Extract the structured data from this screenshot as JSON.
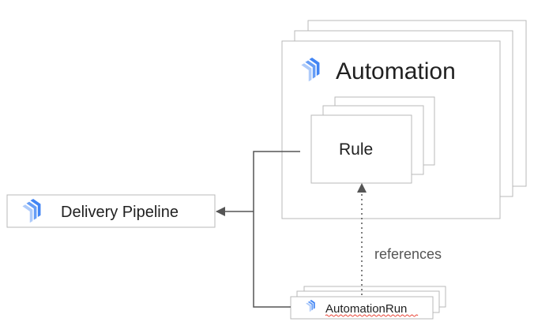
{
  "automation": {
    "label": "Automation",
    "icon": "cloud-deploy-icon"
  },
  "rule": {
    "label": "Rule"
  },
  "delivery_pipeline": {
    "label": "Delivery Pipeline",
    "icon": "cloud-deploy-icon"
  },
  "automation_run": {
    "label": "AutomationRun",
    "icon": "cloud-deploy-icon"
  },
  "edges": {
    "references_label": "references"
  },
  "colors": {
    "icon_dark": "#4285f4",
    "icon_mid": "#669df6",
    "icon_light": "#aecbfa",
    "border": "#b9b9b9",
    "connector": "#555555",
    "spellcheck": "#ea4335"
  }
}
